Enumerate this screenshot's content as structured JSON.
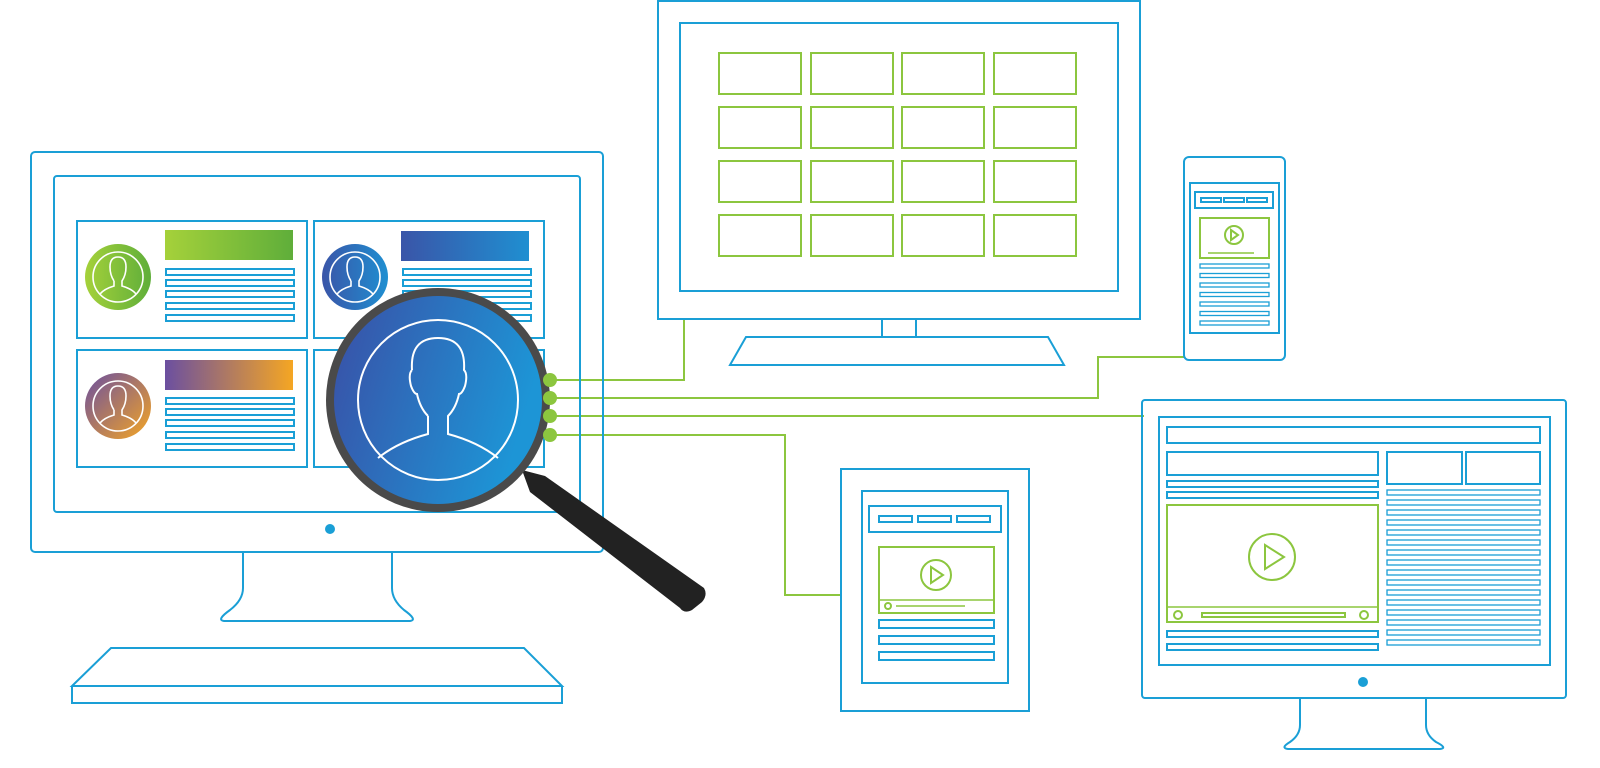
{
  "colors": {
    "outline_blue": "#1a9fd6",
    "outline_green": "#8cc63f",
    "glass_dark": "#3a55a8",
    "glass_light": "#1f8fd1",
    "lens_rim": "#4a4a4a",
    "handle": "#222222",
    "connector_dot": "#8cc63f",
    "power_dot": "#1a9fd6"
  },
  "illustration": {
    "theme": "user profile search across devices",
    "devices": [
      "desktop-monitor-large",
      "tv-monitor",
      "smartphone",
      "tablet",
      "desktop-monitor-small"
    ],
    "profile_cards": [
      {
        "avatar_gradient": [
          "#a5d13a",
          "#5fae3a"
        ],
        "header_gradient": [
          "#a5d13a",
          "#5fae3a"
        ]
      },
      {
        "avatar_gradient": [
          "#3a55a8",
          "#1f8fd1"
        ],
        "header_gradient": [
          "#3a55a8",
          "#1f8fd1"
        ]
      },
      {
        "avatar_gradient": [
          "#6b4fa0",
          "#f5a623"
        ],
        "header_gradient": [
          "#6b4fa0",
          "#f5a623"
        ]
      },
      {
        "avatar_gradient": [
          "#3a55a8",
          "#1f8fd1"
        ],
        "header_gradient": [
          "#3a55a8",
          "#1f8fd1"
        ]
      }
    ],
    "tv_grid": {
      "rows": 4,
      "cols": 4
    },
    "icons": [
      "user-avatar-icon",
      "magnifying-glass-icon",
      "play-icon"
    ]
  }
}
